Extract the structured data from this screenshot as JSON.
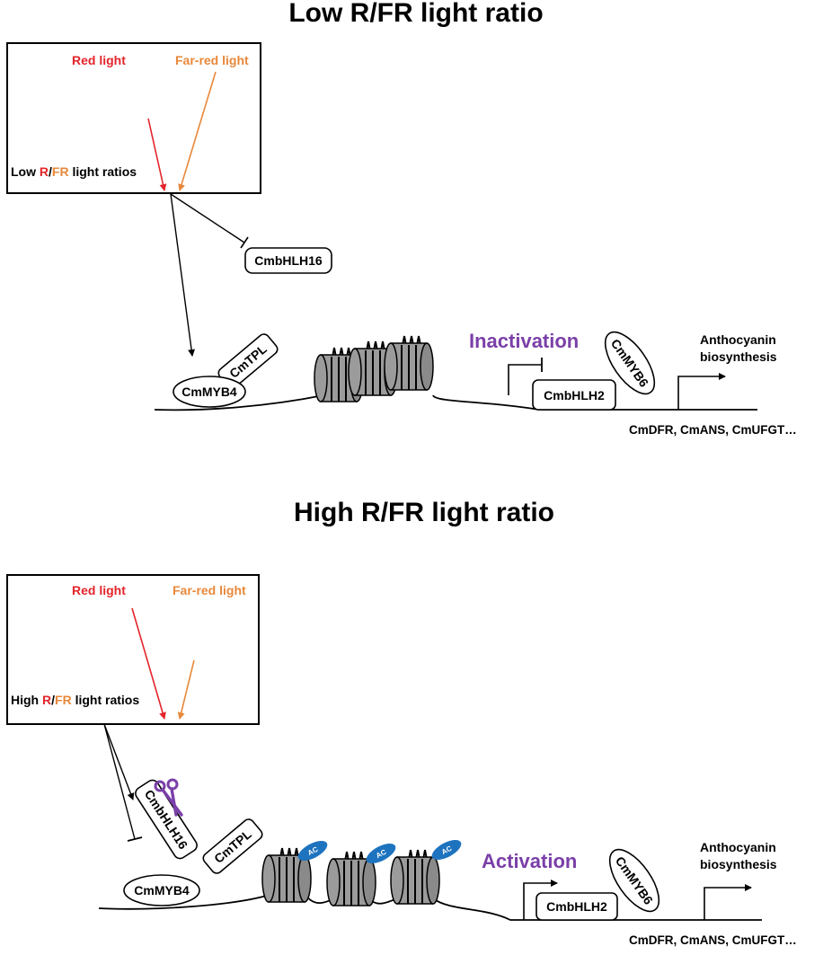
{
  "colors": {
    "red": "#e3242b",
    "far_red": "#e8883a",
    "purple": "#7a3fa8",
    "ac_blue": "#1e73be",
    "nucleosome_gray": "#9b9b9b"
  },
  "low": {
    "title": "Low R/FR light ratio",
    "red_light": "Red light",
    "far_red_light": "Far-red light",
    "ratio_prefix": "Low ",
    "ratio_r": "R",
    "ratio_slash": "/",
    "ratio_fr": "FR",
    "ratio_suffix": " light ratios",
    "bhlh16": "CmbHLH16",
    "tpl": "CmTPL",
    "myb4": "CmMYB4",
    "state": "Inactivation",
    "bhlh2": "CmbHLH2",
    "myb6": "CmMYB6",
    "output_line1": "Anthocyanin",
    "output_line2": "biosynthesis",
    "genes": "CmDFR, CmANS, CmUFGT…"
  },
  "high": {
    "title": "High R/FR light ratio",
    "red_light": "Red light",
    "far_red_light": "Far-red light",
    "ratio_prefix": "High ",
    "ratio_r": "R",
    "ratio_slash": "/",
    "ratio_fr": "FR",
    "ratio_suffix": " light ratios",
    "bhlh16": "CmbHLH16",
    "tpl": "CmTPL",
    "myb4": "CmMYB4",
    "ac_label": "AC",
    "state": "Activation",
    "bhlh2": "CmbHLH2",
    "myb6": "CmMYB6",
    "output_line1": "Anthocyanin",
    "output_line2": "biosynthesis",
    "genes": "CmDFR, CmANS, CmUFGT…"
  }
}
